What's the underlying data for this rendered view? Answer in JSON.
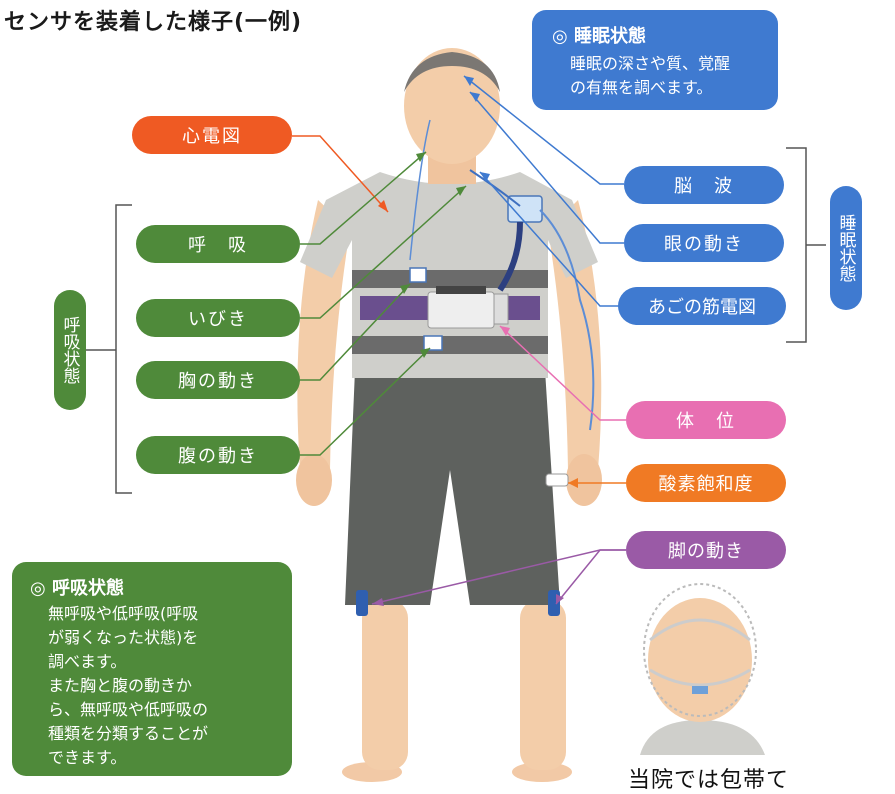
{
  "title": "センサを装着した様子(一例)",
  "labels": {
    "ecg": "心電図",
    "breathing": "呼　吸",
    "snoring": "いびき",
    "chest": "胸の動き",
    "abdomen": "腹の動き",
    "brainwave": "脳　波",
    "eye": "眼の動き",
    "jaw": "あごの筋電図",
    "position": "体　位",
    "oxygen": "酸素飽和度",
    "leg": "脚の動き"
  },
  "groups": {
    "respiratory": "呼吸状態",
    "sleep": "睡眠状態"
  },
  "sleep_box": {
    "heading": "◎ 睡眠状態",
    "body": "睡眠の深さや質、覚醒\nの有無を調べます。"
  },
  "resp_box": {
    "heading": "◎ 呼吸状態",
    "body": "無呼吸や低呼吸(呼吸\nが弱くなった状態)を\n調べます。\nまた胸と腹の動きか\nら、無呼吸や低呼吸の\n種類を分類することが\nできます。"
  },
  "bottom_text": "当院では包帯て",
  "colors": {
    "green": "#4f8a3a",
    "blue": "#3f7ad0",
    "pink": "#e86fb2",
    "orange": "#f07a24",
    "red": "#ef5a23",
    "purple": "#9a5aa6"
  }
}
